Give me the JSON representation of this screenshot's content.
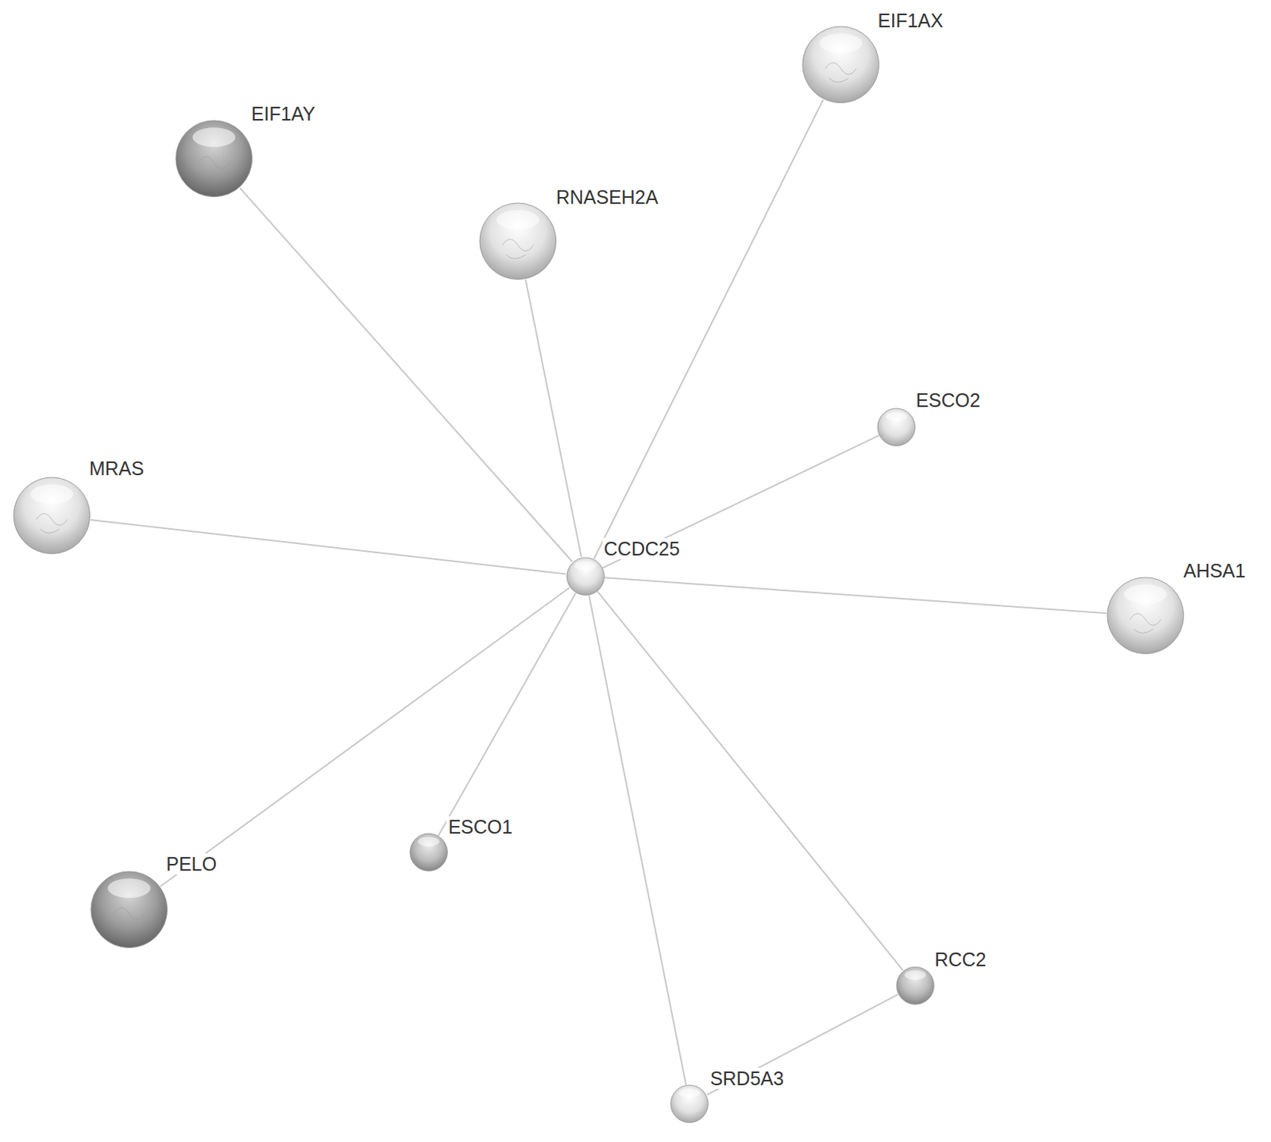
{
  "diagram": {
    "nodes": [
      {
        "text": [
          "EIF1AX"
        ]
      },
      {
        "text": [
          "EIF1AY"
        ]
      },
      {
        "text": [
          "RNASEH2A"
        ]
      },
      {
        "text": [
          "ESCO2"
        ]
      },
      {
        "text": [
          "MRAS"
        ]
      },
      {
        "text": [
          "CCDC25"
        ]
      },
      {
        "text": [
          "AHSA1"
        ]
      },
      {
        "text": [
          "ESCO1"
        ]
      },
      {
        "text": [
          "PELO"
        ]
      },
      {
        "text": [
          "RCC2"
        ]
      },
      {
        "text": [
          "SRD5A3"
        ]
      }
    ],
    "edges": [
      {
        "from": 5,
        "to": 1,
        "arrow": "none"
      },
      {
        "from": 5,
        "to": 2,
        "arrow": "none"
      },
      {
        "from": 5,
        "to": 0,
        "arrow": "none"
      },
      {
        "from": 5,
        "to": 3,
        "arrow": "none"
      },
      {
        "from": 5,
        "to": 4,
        "arrow": "none"
      },
      {
        "from": 5,
        "to": 6,
        "arrow": "none"
      },
      {
        "from": 5,
        "to": 8,
        "arrow": "none"
      },
      {
        "from": 5,
        "to": 7,
        "arrow": "none"
      },
      {
        "from": 5,
        "to": 9,
        "arrow": "none"
      },
      {
        "from": 5,
        "to": 10,
        "arrow": "none"
      },
      {
        "from": 9,
        "to": 10,
        "arrow": "none"
      }
    ]
  }
}
